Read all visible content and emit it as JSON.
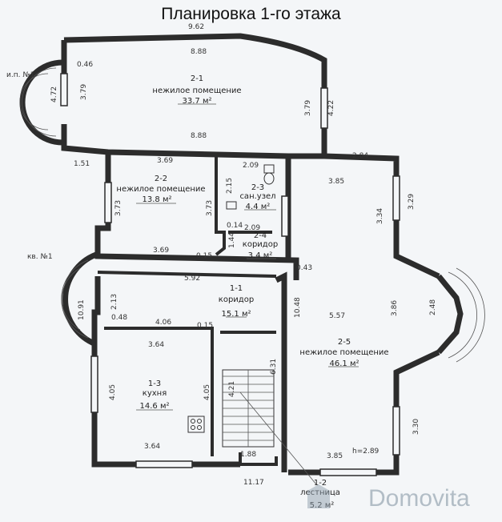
{
  "title": "Планировка 1-го этажа",
  "rooms": {
    "r21": {
      "number": "2-1",
      "name": "нежилое помещение",
      "area": "33.7 м²"
    },
    "r22": {
      "number": "2-2",
      "name": "нежилое помещение",
      "area": "13.8 м²"
    },
    "r23": {
      "number": "2-3",
      "name": "сан.узел",
      "area": "4.4 м²"
    },
    "r24": {
      "number": "2-4",
      "name": "коридор",
      "area": "3.4 м²"
    },
    "r11": {
      "number": "1-1",
      "name": "коридор",
      "area": "15.1 м²"
    },
    "r13": {
      "number": "1-3",
      "name": "кухня",
      "area": "14.6 м²"
    },
    "r25": {
      "number": "2-5",
      "name": "нежилое помещение",
      "area": "46.1 м²"
    },
    "r12": {
      "number": "1-2",
      "name": "лестница",
      "area": "5.2 м²"
    }
  },
  "labels": {
    "ip1": "и.п. №1",
    "kv1": "кв. №1",
    "height": "h=2.89",
    "watermark": "Domovita"
  },
  "dimensions": {
    "top_outer": "9.62",
    "top_inner": "8.88",
    "mid_88": "8.88",
    "d046": "0.46",
    "d472": "4.72",
    "d379a": "3.79",
    "d379b": "3.79",
    "d422": "4.22",
    "d284": "2.84",
    "d151": "1.51",
    "d369a": "3.69",
    "d209a": "2.09",
    "d385a": "3.85",
    "d373a": "3.73",
    "d215": "2.15",
    "d373b": "3.73",
    "d334": "3.34",
    "d329": "3.29",
    "d014": "0.14",
    "d144": "1.44",
    "d209b": "2.09",
    "d369b": "3.69",
    "d015a": "0.15",
    "d043": "0.43",
    "d592": "5.92",
    "d1091": "10.91",
    "d213": "2.13",
    "d1048": "10.48",
    "d557": "5.57",
    "d386": "3.86",
    "d248": "2.48",
    "d048": "0.48",
    "d406": "4.06",
    "d015b": "0.15",
    "d364a": "3.64",
    "d631": "6.31",
    "d405a": "4.05",
    "d405b": "4.05",
    "d421": "4.21",
    "d364b": "3.64",
    "d188": "1.88",
    "d385b": "3.85",
    "d330": "3.30",
    "d1117": "11.17"
  }
}
